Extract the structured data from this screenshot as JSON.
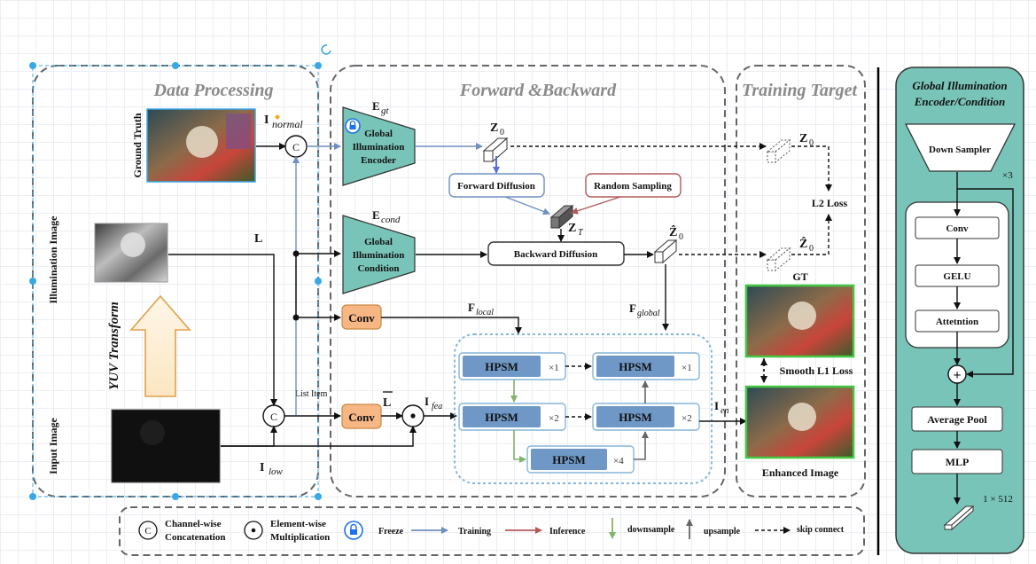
{
  "sections": {
    "data_processing": "Data Processing",
    "forward_backward": "Forward &Backward",
    "training_target": "Training Target"
  },
  "labels": {
    "ground_truth": "Ground Truth",
    "illumination_image": "Illumination Image",
    "input_image": "Input Image",
    "yuv_transform": "YUV Transform",
    "list_item": "List Item",
    "i_base": "I",
    "i_normal_sub": "normal",
    "i_low_sub": "low",
    "i_fea_sub": "fea",
    "i_en_sub": "en",
    "l": "L",
    "l_bar": "L",
    "e_base": "E",
    "e_gt_sub": "gt",
    "e_cond_sub": "cond",
    "z": "Z",
    "z_hat": "Ẑ",
    "sub0": "0",
    "sub_t": "T",
    "f_base": "F",
    "f_local_sub": "local",
    "f_global_sub": "global",
    "l2_loss": "L2 Loss",
    "gt": "GT",
    "smooth_l1_loss": "Smooth L1 Loss",
    "enhanced_image": "Enhanced Image"
  },
  "symbols": {
    "concat": "C",
    "plus": "+"
  },
  "blocks": {
    "encoder": {
      "line1": "Global",
      "line2": "Illumination",
      "line3": "Encoder"
    },
    "condition": {
      "line1": "Global",
      "line2": "Illumination",
      "line3": "Condition"
    },
    "conv": "Conv",
    "forward_diffusion": "Forward Diffusion",
    "random_sampling": "Random Sampling",
    "backward_diffusion": "Backward Diffusion",
    "hpsm": "HPSM",
    "hpsm_mult": {
      "x1": "×1",
      "x2": "×2",
      "x4": "×4"
    }
  },
  "right_panel": {
    "title_line1": "Global Illumination",
    "title_line2": "Encoder/Condition",
    "down_sampler": "Down Sampler",
    "mult_x3": "×3",
    "conv": "Conv",
    "gelu": "GELU",
    "attention": "Attetntion",
    "average_pool": "Average Pool",
    "mlp": "MLP",
    "output_dim": "1 × 512"
  },
  "legend": {
    "concat_line1": "Channel-wise",
    "concat_line2": "Concatenation",
    "elementwise_line1": "Element-wise",
    "elementwise_line2": "Multiplication",
    "freeze": "Freeze",
    "training": "Training",
    "inference": "Inference",
    "downsample": "downsample",
    "upsample": "upsample",
    "skip_connect": "skip connect"
  },
  "colors": {
    "encoder_fill": "#79c4b8",
    "conv_fill": "#f6b785",
    "hpsm_fill": "#6f98c6",
    "training_arrow": "#6f8fbf",
    "inference_arrow": "#b55a5a",
    "downsample_arrow": "#7fb56a",
    "image_border": "#43c743",
    "selection": "#38a8e6"
  }
}
